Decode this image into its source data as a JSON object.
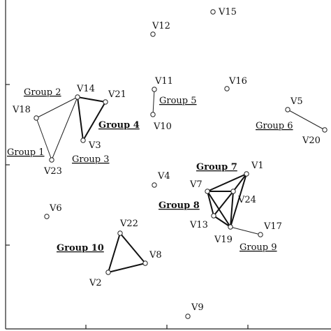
{
  "vertices": [
    {
      "id": "V1",
      "label": "V1"
    },
    {
      "id": "V2",
      "label": "V2"
    },
    {
      "id": "V3",
      "label": "V3"
    },
    {
      "id": "V4",
      "label": "V4"
    },
    {
      "id": "V5",
      "label": "V5"
    },
    {
      "id": "V6",
      "label": "V6"
    },
    {
      "id": "V7",
      "label": "V7"
    },
    {
      "id": "V8",
      "label": "V8"
    },
    {
      "id": "V9",
      "label": "V9"
    },
    {
      "id": "V10",
      "label": "V10"
    },
    {
      "id": "V11",
      "label": "V11"
    },
    {
      "id": "V12",
      "label": "V12"
    },
    {
      "id": "V13",
      "label": "V13"
    },
    {
      "id": "V14",
      "label": "V14"
    },
    {
      "id": "V15",
      "label": "V15"
    },
    {
      "id": "V16",
      "label": "V16"
    },
    {
      "id": "V17",
      "label": "V17"
    },
    {
      "id": "V18",
      "label": "V18"
    },
    {
      "id": "V19",
      "label": "V19"
    },
    {
      "id": "V20",
      "label": "V20"
    },
    {
      "id": "V21",
      "label": "V21"
    },
    {
      "id": "V22",
      "label": "V22"
    },
    {
      "id": "V23",
      "label": "V23"
    },
    {
      "id": "V24",
      "label": "V24"
    }
  ],
  "groups": [
    {
      "id": "g1",
      "label": "Group 1",
      "bold": false,
      "members": [
        "V18",
        "V23"
      ]
    },
    {
      "id": "g2",
      "label": "Group 2",
      "bold": false,
      "members": [
        "V18",
        "V14"
      ]
    },
    {
      "id": "g3",
      "label": "Group 3",
      "bold": false,
      "members": [
        "V23",
        "V14"
      ]
    },
    {
      "id": "g4",
      "label": "Group 4",
      "bold": true,
      "members": [
        "V14",
        "V21",
        "V3"
      ]
    },
    {
      "id": "g5",
      "label": "Group 5",
      "bold": false,
      "members": [
        "V11",
        "V10"
      ]
    },
    {
      "id": "g6",
      "label": "Group 6",
      "bold": false,
      "members": [
        "V5",
        "V20"
      ]
    },
    {
      "id": "g7",
      "label": "Group 7",
      "bold": true,
      "members": [
        "V7",
        "V1",
        "V24"
      ]
    },
    {
      "id": "g8",
      "label": "Group 8",
      "bold": true,
      "members": [
        "V7",
        "V24",
        "V13",
        "V19"
      ]
    },
    {
      "id": "g9",
      "label": "Group 9",
      "bold": false,
      "members": [
        "V19",
        "V17"
      ]
    },
    {
      "id": "g10",
      "label": "Group 10",
      "bold": true,
      "members": [
        "V22",
        "V8",
        "V2"
      ]
    }
  ]
}
